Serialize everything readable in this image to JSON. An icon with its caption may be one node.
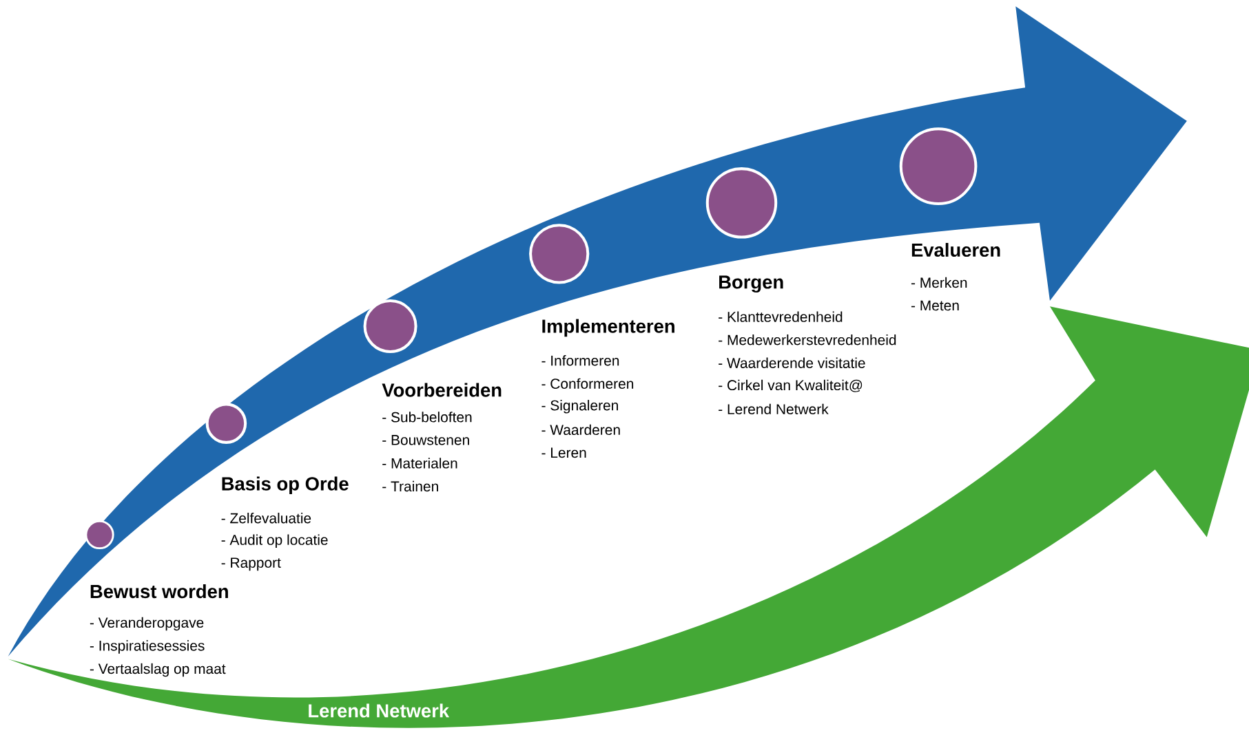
{
  "diagram": {
    "nodes": [
      {
        "text": [],
        "shape": "arrow"
      },
      {
        "text": [],
        "shape": "circle",
        "in": 0
      },
      {
        "text": [],
        "shape": "circle",
        "in": 0
      },
      {
        "text": [],
        "shape": "circle",
        "in": 0
      },
      {
        "text": [],
        "shape": "circle",
        "in": 0
      },
      {
        "text": [],
        "shape": "circle",
        "in": 0
      },
      {
        "text": [],
        "shape": "circle",
        "in": 0
      },
      {
        "text": [
          "Lerend Netwerk"
        ]
      }
    ],
    "labels": [
      "Evalueren",
      "- Merken",
      "- Meten",
      "Borgen",
      "- Klanttevredenheid",
      "- Medewerkerstevredenheid",
      "- Waarderende visitatie",
      "- Cirkel van Kwaliteit@",
      "- Lerend Netwerk",
      "Implementeren",
      "- Informeren",
      "- Conformeren",
      "- Signaleren",
      "- Waarderen",
      "- Leren",
      "Voorbereiden",
      "- Sub-beloften",
      "- Bouwstenen",
      "- Materialen",
      "- Trainen",
      "Basis op Orde",
      "- Zelfevaluatie",
      "- Audit op locatie",
      "- Rapport",
      "Bewust worden",
      "- Veranderopgave",
      "- Inspiratiesessies",
      "- Vertaalslag op maat"
    ]
  }
}
